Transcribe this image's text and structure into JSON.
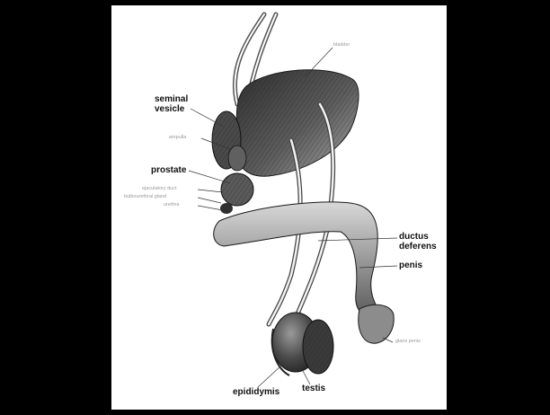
{
  "figure": {
    "labels": {
      "bladder": "bladder",
      "seminal_vesicle": "seminal\nvesicle",
      "ampulla": "ampulla",
      "prostate": "prostate",
      "ejaculatory_duct": "ejaculatory duct",
      "bulbourethral_gland": "bulbourethral gland",
      "urethra": "urethra",
      "ductus_deferens": "ductus\ndeferens",
      "penis": "penis",
      "glans_penis": "glans penis",
      "epididymis": "epididymis",
      "testis": "testis"
    },
    "colors": {
      "background": "#000000",
      "panel": "#ffffff",
      "ink": "#1a1a1a",
      "tissue_dark": "#3a3a3a",
      "tissue_mid": "#7a7a7a",
      "tissue_light": "#b9b9b9"
    }
  }
}
